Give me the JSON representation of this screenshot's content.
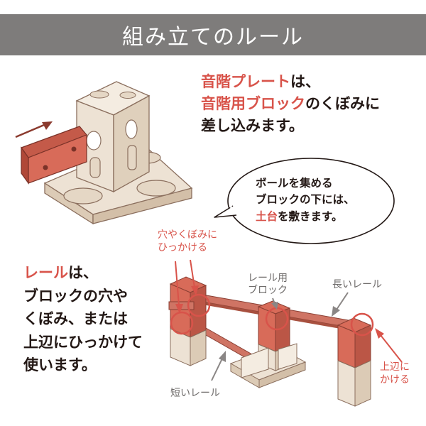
{
  "header": {
    "title": "組み立てのルール"
  },
  "colors": {
    "header_bg": "#7e7c7b",
    "accent_red": "#d8534a",
    "block_beige": "#ede2d4",
    "outline_brown": "#8b6f5e",
    "text_dark": "#231815",
    "label_gray": "#6f6c6b"
  },
  "section1": {
    "line1_red": "音階プレート",
    "line1_rest": "は、",
    "line2_red": "音階用ブロック",
    "line2_rest": "のくぼみに",
    "line3": "差し込みます。"
  },
  "bubble": {
    "line1": "ボールを集める",
    "line2": "ブロックの下には、",
    "line3_red": "土台",
    "line3_rest": "を敷きます。"
  },
  "section2": {
    "line1_red": "レール",
    "line1_rest": "は、",
    "line2": "ブロックの穴や",
    "line3": "くぼみ、または",
    "line4": "上辺にひっかけて",
    "line5": "使います。"
  },
  "annotations": {
    "hole_line1": "穴やくぼみに",
    "hole_line2": "ひっかける",
    "rail_block_line1": "レール用",
    "rail_block_line2": "ブロック",
    "long_rail": "長いレール",
    "top_edge_line1": "上辺に",
    "top_edge_line2": "かける",
    "short_rail": "短いレール"
  },
  "icons": [
    "arrow-icon",
    "speech-bubble-icon",
    "highlight-circle-icon"
  ]
}
